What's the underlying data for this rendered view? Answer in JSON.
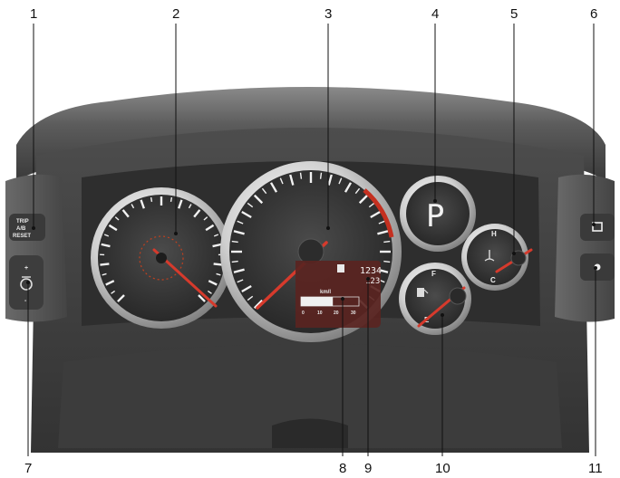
{
  "callouts": [
    "1",
    "2",
    "3",
    "4",
    "5",
    "6",
    "7",
    "8",
    "9",
    "10",
    "11"
  ],
  "trip_button": {
    "line1": "TRIP",
    "line2": "A/B",
    "line3": "RESET"
  },
  "gear_display": "P",
  "temp_gauge": {
    "high_label": "H",
    "low_label": "C"
  },
  "fuel_gauge": {
    "full_label": "F",
    "empty_label": "E"
  },
  "odometer": {
    "line1": "1234",
    "line2": "123"
  },
  "fuel_economy": {
    "unit": "km/l",
    "scale": [
      "0",
      "10",
      "20",
      "30"
    ],
    "bar_level": 0.55
  },
  "colors": {
    "needle": "#d63a2c",
    "panel": "#4a4a4a",
    "redzone": "#c43020"
  },
  "icons": [
    "dimmer-switch-icon",
    "fuel-pump-icon",
    "coolant-temp-icon",
    "display-button-icon",
    "setting-button-icon"
  ]
}
